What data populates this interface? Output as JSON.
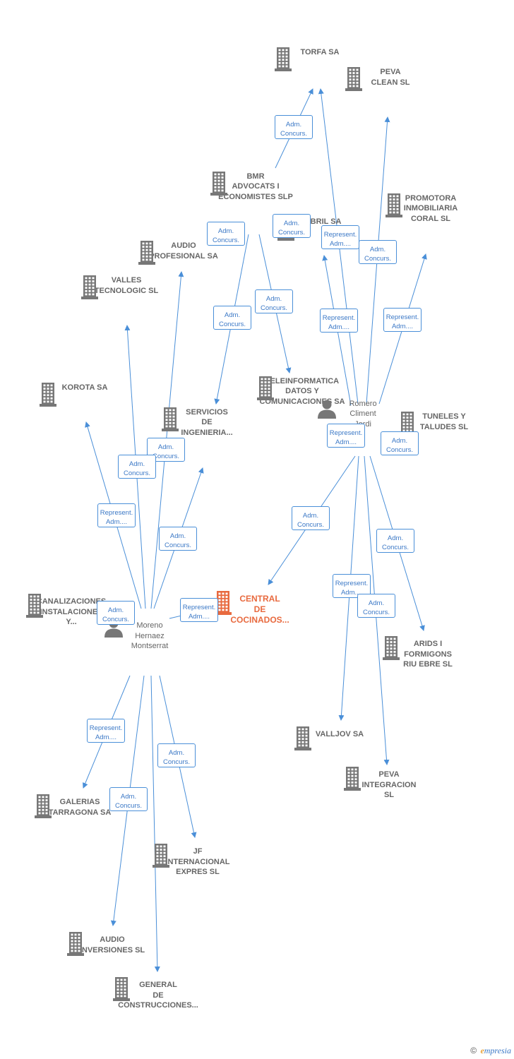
{
  "diagram": {
    "colors": {
      "edge": "#4a8fd8",
      "node": "#777777",
      "focus": "#e86a3f",
      "label": "#666666"
    },
    "nodes": [
      {
        "id": "torfa",
        "label": "TORFA SA",
        "type": "company",
        "label_pos": "above",
        "icon": "building-icon"
      },
      {
        "id": "peva_clean",
        "label": "PEVA\nCLEAN SL",
        "type": "company",
        "label_pos": "above",
        "icon": "building-icon"
      },
      {
        "id": "bmr",
        "label": "BMR\nADVOCATS I\nECONOMISTES SLP",
        "type": "company",
        "label_pos": "above",
        "icon": "building-icon"
      },
      {
        "id": "mbril",
        "label": "MBRIL SA",
        "type": "company",
        "label_pos": "above",
        "icon": "building-icon"
      },
      {
        "id": "promotora",
        "label": "PROMOTORA\nINMOBILIARIA\nCORAL SL",
        "type": "company",
        "label_pos": "above",
        "icon": "building-icon"
      },
      {
        "id": "audio_prof",
        "label": "AUDIO\nPROFESIONAL SA",
        "type": "company",
        "label_pos": "above",
        "icon": "building-icon"
      },
      {
        "id": "valles",
        "label": "VALLES\nTECNOLOGIC SL",
        "type": "company",
        "label_pos": "above",
        "icon": "building-icon"
      },
      {
        "id": "korota",
        "label": "KOROTA SA",
        "type": "company",
        "label_pos": "above",
        "icon": "building-icon"
      },
      {
        "id": "teleinf",
        "label": "TELEINFORMATICA\nDATOS Y\nCOMUNICACIONES SA",
        "type": "company",
        "label_pos": "above",
        "icon": "building-icon"
      },
      {
        "id": "servicios",
        "label": "SERVICIOS\nDE\nINGENIERIA...",
        "type": "company",
        "label_pos": "above",
        "icon": "building-icon"
      },
      {
        "id": "romero",
        "label": "Romero\nCliment\nJordi",
        "type": "person",
        "label_pos": "above",
        "icon": "person-icon"
      },
      {
        "id": "tuneles",
        "label": "TUNELES Y\nTALUDES SL",
        "type": "company",
        "label_pos": "above",
        "icon": "building-icon"
      },
      {
        "id": "canal",
        "label": "CANALIZACIONES\nINSTALACIONES\nY...",
        "type": "company",
        "label_pos": "below",
        "icon": "building-icon"
      },
      {
        "id": "central",
        "label": "CENTRAL\nDE\nCOCINADOS...",
        "type": "focus",
        "label_pos": "below",
        "icon": "building-icon"
      },
      {
        "id": "moreno",
        "label": "Moreno\nHernaez\nMontserrat",
        "type": "person",
        "label_pos": "below",
        "icon": "person-icon"
      },
      {
        "id": "arids",
        "label": "ARIDS I\nFORMIGONS\nRIU EBRE SL",
        "type": "company",
        "label_pos": "below",
        "icon": "building-icon"
      },
      {
        "id": "valljov",
        "label": "VALLJOV SA",
        "type": "company",
        "label_pos": "below",
        "icon": "building-icon"
      },
      {
        "id": "peva_int",
        "label": "PEVA\nINTEGRACION\nSL",
        "type": "company",
        "label_pos": "below",
        "icon": "building-icon"
      },
      {
        "id": "galerias",
        "label": "GALERIAS\nTARRAGONA SA",
        "type": "company",
        "label_pos": "below",
        "icon": "building-icon"
      },
      {
        "id": "jf",
        "label": "JF\nINTERNACIONAL\nEXPRES SL",
        "type": "company",
        "label_pos": "below",
        "icon": "building-icon"
      },
      {
        "id": "audio_inv",
        "label": "AUDIO\nINVERSIONES SL",
        "type": "company",
        "label_pos": "below",
        "icon": "building-icon"
      },
      {
        "id": "general",
        "label": "GENERAL\nDE\nCONSTRUCCIONES...",
        "type": "company",
        "label_pos": "below",
        "icon": "building-icon"
      }
    ],
    "badges": [
      {
        "text": "Adm.\nConcurs."
      },
      {
        "text": "Adm.\nConcurs."
      },
      {
        "text": "Adm.\nConcurs."
      },
      {
        "text": "Represent.\nAdm...."
      },
      {
        "text": "Adm.\nConcurs."
      },
      {
        "text": "Adm.\nConcurs."
      },
      {
        "text": "Adm.\nConcurs."
      },
      {
        "text": "Represent.\nAdm...."
      },
      {
        "text": "Represent.\nAdm...."
      },
      {
        "text": "Represent.\nAdm...."
      },
      {
        "text": "Adm.\nConcurs."
      },
      {
        "text": "Adm.\nConcurs."
      },
      {
        "text": "Adm.\nConcurs."
      },
      {
        "text": "Represent.\nAdm...."
      },
      {
        "text": "Adm.\nConcurs."
      },
      {
        "text": "Adm.\nConcurs."
      },
      {
        "text": "Adm.\nConcurs."
      },
      {
        "text": "Represent.\nAdm...."
      },
      {
        "text": "Adm.\nConcurs."
      },
      {
        "text": "Represent.\nAdm...."
      },
      {
        "text": "Adm.\nConcurs."
      },
      {
        "text": "Adm.\nConcurs."
      },
      {
        "text": "Represent.\nAdm...."
      },
      {
        "text": "Adm.\nConcurs."
      }
    ]
  },
  "footer": {
    "copyright": "©",
    "brand_initial": "e",
    "brand_rest": "mpresia"
  }
}
